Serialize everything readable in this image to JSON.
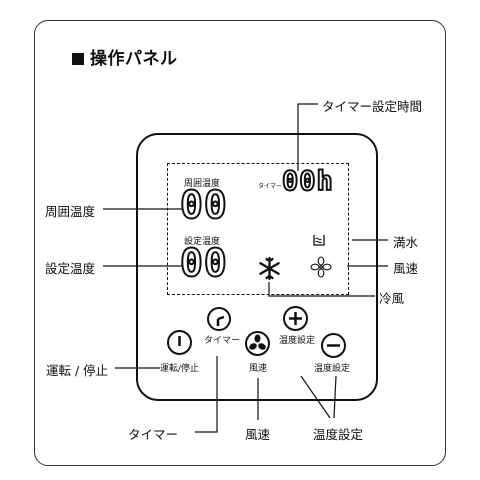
{
  "title": "操作パネル",
  "display": {
    "ambient_label": "周囲温度",
    "ambient_value": "00",
    "set_label": "設定温度",
    "set_value": "00",
    "timer_small_label": "タイマー",
    "timer_value": "00h"
  },
  "buttons": {
    "timer": "タイマー",
    "power": "運転/停止",
    "fan": "風速",
    "temp_up": "温度設定",
    "temp_down": "温度設定"
  },
  "callouts": {
    "timer_time": "タイマー設定時間",
    "ambient_temp": "周囲温度",
    "set_temp": "設定温度",
    "full_water": "満水",
    "fan_speed": "風速",
    "cooling": "冷風",
    "run_stop": "運転 / 停止",
    "timer": "タイマー",
    "fan": "風速",
    "temp_setting": "温度設定"
  },
  "icons": {
    "water": "water-tank-icon",
    "fan_indicator": "fan-speed-icon",
    "cool": "snowflake-icon",
    "power": "power-icon",
    "clock": "clock-icon",
    "fan_button": "fan-icon",
    "plus": "plus-icon",
    "minus": "minus-icon"
  }
}
